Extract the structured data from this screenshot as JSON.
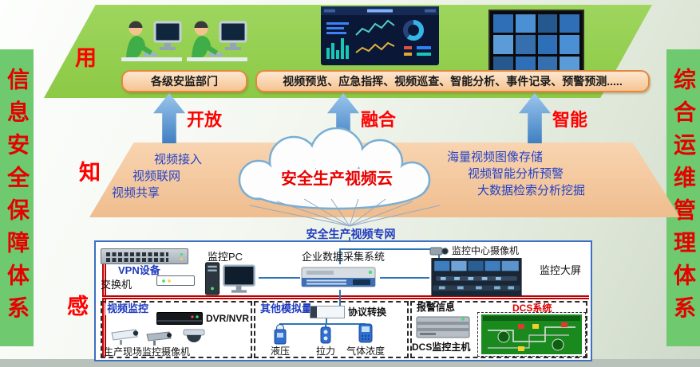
{
  "banners": {
    "left": "信息安全保障体系",
    "right": "综合运维管理体系"
  },
  "use_layer": {
    "label": "用",
    "dept_box": "各级安监部门",
    "functions_box": "视频预览、应急指挥、视频巡查、智能分析、事件记录、预警预测....."
  },
  "arrows": {
    "open": "开放",
    "fusion": "融合",
    "smart": "智能"
  },
  "know_layer": {
    "label": "知",
    "cloud_title": "安全生产视频云",
    "left_items": [
      "视频接入",
      "视频联网",
      "视频共享"
    ],
    "right_items": [
      "海量视频图像存储",
      "视频智能分析预警",
      "大数据检索分析挖掘"
    ]
  },
  "sense_layer": {
    "label": "感",
    "network_title": "安全生产视频专网",
    "labels": {
      "switch": "交换机",
      "vpn": "VPN设备",
      "monitor_pc": "监控PC",
      "daq": "企业数据采集系统",
      "center_camera": "监控中心摄像机",
      "big_screen": "监控大屏"
    },
    "video_box": {
      "title": "视频监控",
      "dvr": "DVR/NVR",
      "cameras": "生产现场监控摄像机"
    },
    "analog_box": {
      "title": "其他模拟量",
      "converter": "协议转换",
      "sensors": [
        "液压",
        "拉力",
        "气体浓度"
      ]
    },
    "alarm_box": {
      "title": "报警信息",
      "dcs": "DCS系统",
      "host": "DCS监控主机"
    }
  },
  "colors": {
    "layer_green": "#92d050",
    "layer_peach": "#f5c9a2",
    "banner_green": "#6fca6f",
    "accent_red": "#fe0000",
    "orange_box_fill": "#f6c492",
    "orange_box_border": "#e2893b",
    "text_blue": "#2442c8",
    "arrow_blue": "#3f7fc1",
    "bus_red": "#c00000",
    "line_blue": "#2e75b6"
  }
}
